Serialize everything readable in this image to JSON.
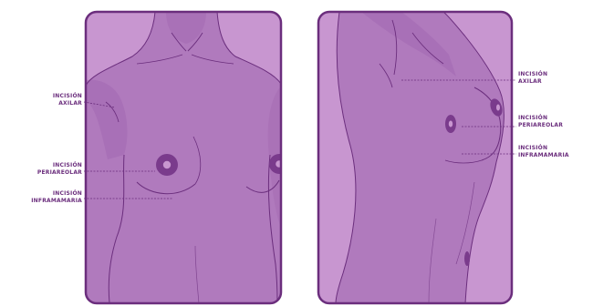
{
  "front_view": {
    "labels": [
      {
        "lines": [
          "INCISIÓN",
          "AXILAR"
        ]
      },
      {
        "lines": [
          "INCISIÓN",
          "PERIAREOLAR"
        ]
      },
      {
        "lines": [
          "INCISIÓN",
          "INFRAMAMARIA"
        ]
      }
    ]
  },
  "side_view": {
    "labels": [
      {
        "lines": [
          "INCISIÓN",
          "AXILAR"
        ]
      },
      {
        "lines": [
          "INCISIÓN",
          "PERIAREOLAR"
        ]
      },
      {
        "lines": [
          "INCISIÓN",
          "INFRAMAMARIA"
        ]
      }
    ]
  },
  "colors": {
    "frame": "#6b2e7d",
    "skin_light": "#c896d0",
    "skin_body": "#b07abd",
    "skin_shadow": "#a469b2",
    "areola": "#7a3b8c",
    "nipple": "#c896d0",
    "label_text": "#6b2e7d",
    "guide_line": "#6b2e7d"
  }
}
